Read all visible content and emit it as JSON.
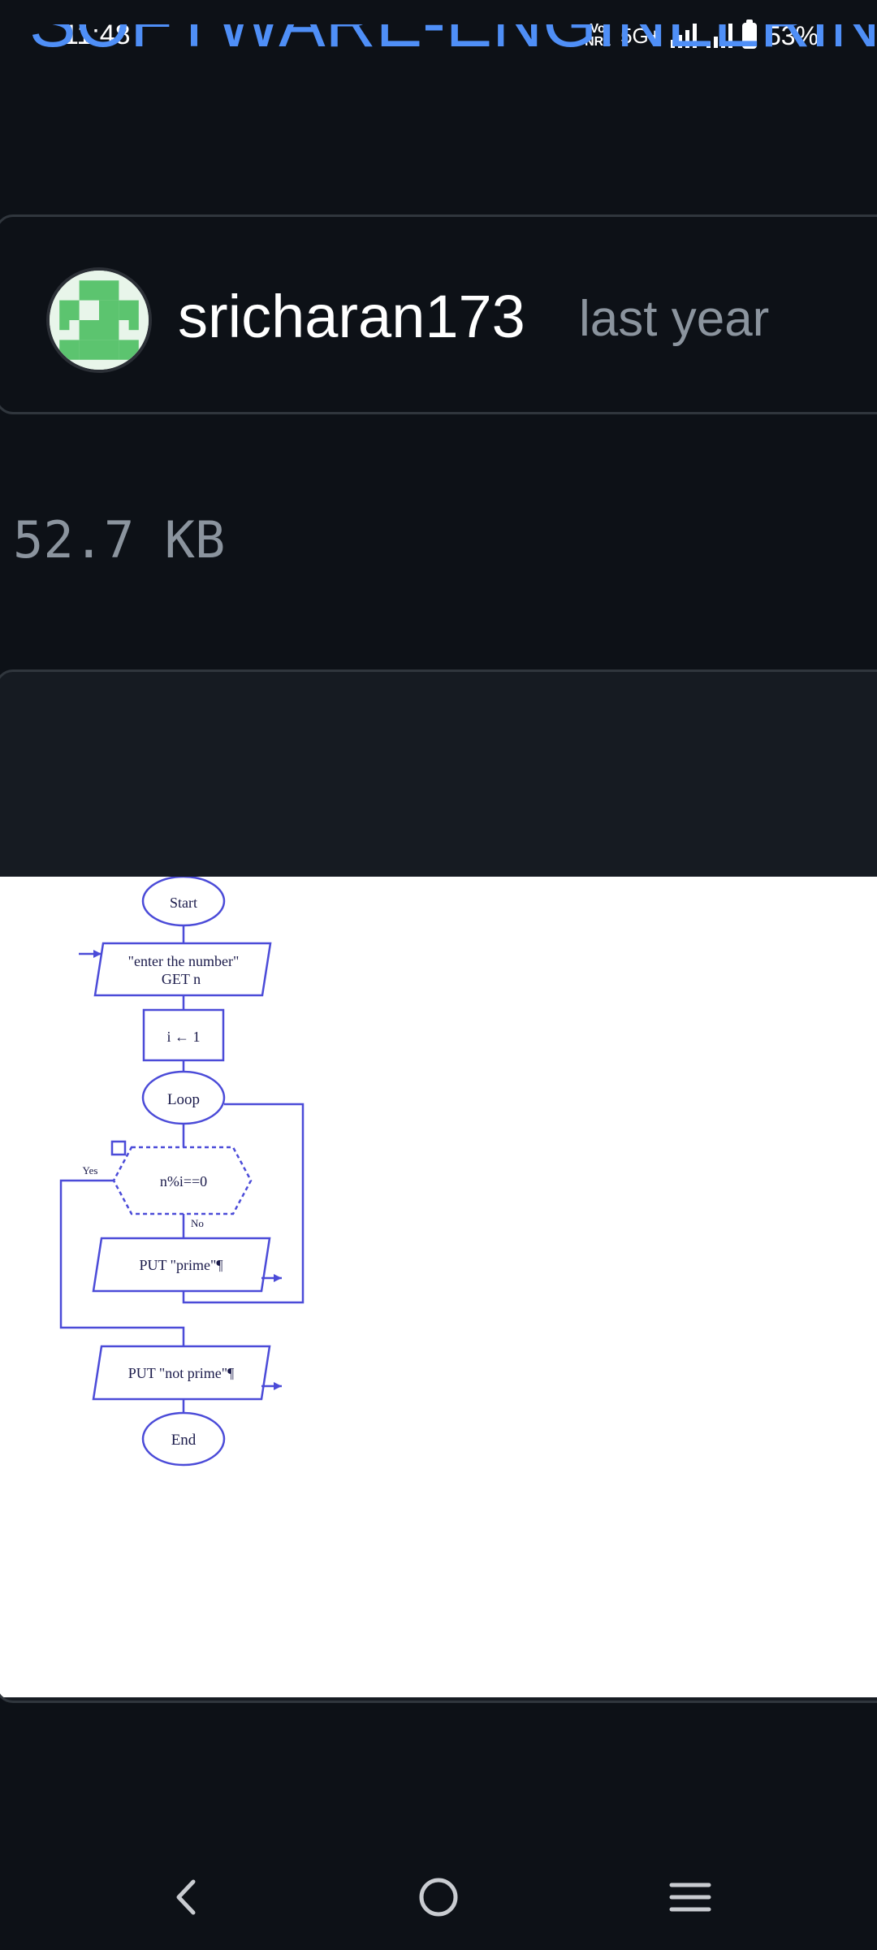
{
  "status": {
    "time": "11:48",
    "network_top": "Vo",
    "network_bottom": "NR1",
    "signal_label": "5G+",
    "battery": "53%"
  },
  "repo": {
    "title": "SOFTWARE-ENGINEERING"
  },
  "commit": {
    "author": "sricharan173",
    "time": "last year",
    "avatar_icon": "identicon-avatar"
  },
  "file": {
    "size": "52.7 KB"
  },
  "flowchart": {
    "start": "Start",
    "input_line1": "\"enter the number\"",
    "input_line2": "GET n",
    "assign": "i ← 1",
    "loop": "Loop",
    "decision": "n%i==0",
    "yes": "Yes",
    "no": "No",
    "put_prime": "PUT \"prime\"¶",
    "put_not_prime": "PUT \"not prime\"¶",
    "end": "End"
  },
  "nav": {
    "back_icon": "back-chevron-icon",
    "home_icon": "home-circle-icon",
    "menu_icon": "recent-apps-icon"
  },
  "colors": {
    "accent": "#4f8ff7",
    "background": "#0d1117",
    "flowchart_stroke": "#4b4bd8"
  }
}
